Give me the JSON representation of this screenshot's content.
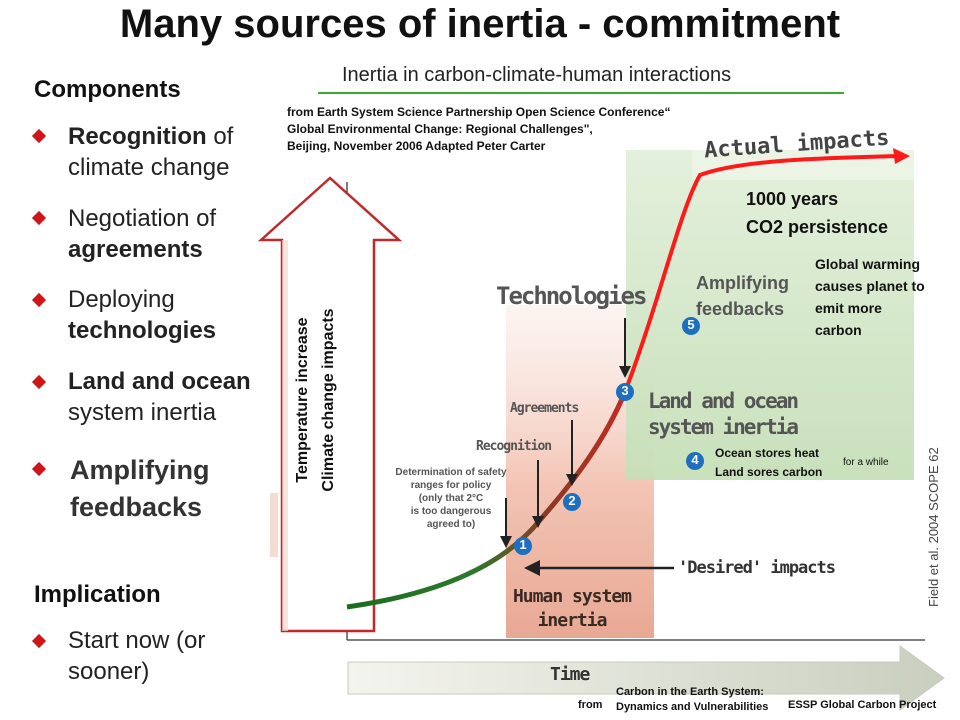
{
  "title": "Many sources of inertia - commitment",
  "left": {
    "components_heading": "Components",
    "items": [
      {
        "a": "Recognition",
        "b": " of",
        "c": "climate change"
      },
      {
        "a": "Negotiation of",
        "b": "",
        "c": "agreements"
      },
      {
        "a": "Deploying",
        "b": "",
        "c": "technologies"
      },
      {
        "a": "Land and ocean",
        "b": "",
        "c": "system inertia"
      },
      {
        "a": "Amplifying",
        "b": "",
        "c": "feedbacks"
      }
    ],
    "implication_heading": "Implication",
    "implication_items": [
      {
        "a": "Start now (or",
        "c": "sooner)"
      }
    ]
  },
  "panel": {
    "title": "Inertia in carbon-climate-human interactions",
    "source_note": [
      "from Earth System Science Partnership Open Science Conference“",
      "Global Environmental Change: Regional Challenges\",",
      "Beijing, November 2006 Adapted Peter Carter"
    ]
  },
  "diagram": {
    "arrow_label_1": "Temperature  increase",
    "arrow_label_2": "Climate change impacts",
    "actual_impacts": "Actual impacts",
    "co2_1": "1000 years",
    "co2_2": "CO2 persistence",
    "gw_1": "Global warming",
    "gw_2": "causes planet to",
    "gw_3": "emit more",
    "gw_4": "carbon",
    "amplifying_1": "Amplifying",
    "amplifying_2": "feedbacks",
    "technologies": "Technologies",
    "land_1": "Land and ocean",
    "land_2": "system inertia",
    "ocean_1": "Ocean stores  heat",
    "ocean_2": "Land sores carbon",
    "for_a_while": "for a while",
    "agreements": "Agreements",
    "recognition": "Recognition",
    "determination": [
      "Determination of safety",
      "ranges for policy",
      "(only that 2°C",
      "is too dangerous",
      "agreed to)"
    ],
    "desired": "'Desired' impacts",
    "human_1": "Human system",
    "human_2": "inertia",
    "time": "Time",
    "field": "Field et al. 2004 SCOPE 62",
    "markers": [
      "1",
      "2",
      "3",
      "4",
      "5"
    ]
  },
  "credits": {
    "from": "from",
    "book_1": "Carbon in the Earth System:",
    "book_2": "Dynamics and Vulnerabilities",
    "essp": "ESSP Global Carbon Project"
  },
  "colors": {
    "accent_red": "#d01418",
    "curve_green": "#1e6b20",
    "curve_red": "#ff1a1a",
    "marker_blue": "#1f6fc0"
  }
}
